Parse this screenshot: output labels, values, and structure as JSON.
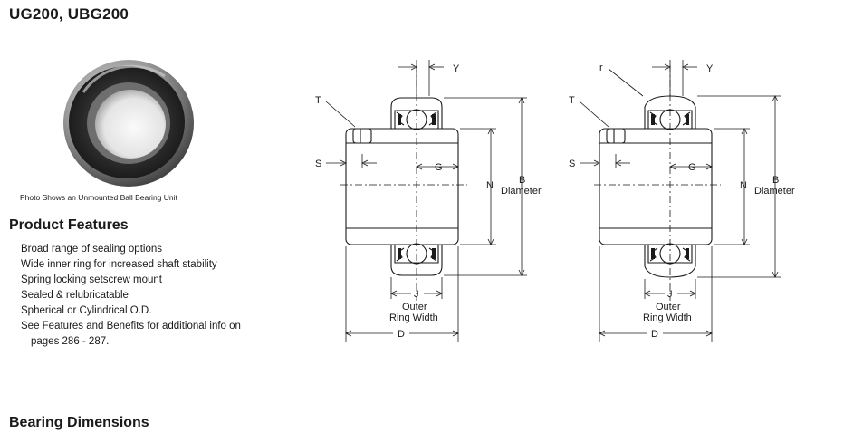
{
  "page": {
    "title": "UG200, UBG200",
    "photo_caption": "Photo Shows an Unmounted Ball Bearing Unit",
    "features_heading": "Product Features",
    "features": [
      "Broad range of sealing options",
      "Wide inner ring for increased shaft stability",
      "Spring locking setscrew mount",
      "Sealed & relubricatable",
      "Spherical or Cylindrical O.D."
    ],
    "features_last_line1": "See Features and Benefits for additional info on",
    "features_last_line2": "pages 286 - 287.",
    "dimensions_heading": "Bearing Dimensions"
  },
  "drawing_labels": {
    "Y": "Y",
    "T": "T",
    "S": "S",
    "G": "G",
    "N": "N",
    "B": "B",
    "B_sub": "Diameter",
    "J": "J",
    "outer": "Outer",
    "ring_width": "Ring Width",
    "D": "D",
    "r": "r"
  }
}
